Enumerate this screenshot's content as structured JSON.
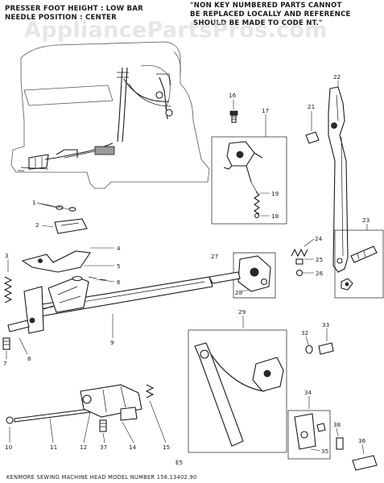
{
  "header": {
    "left_line1": "PRESSER FOOT HEIGHT : LOW BAR",
    "left_line2": "NEEDLE POSITION : CENTER",
    "right_line1": "\"NON KEY NUMBERED PARTS CANNOT",
    "right_line2": "BE REPLACED LOCALLY AND REFERENCE",
    "right_line3": "SHOULD BE MADE TO CODE NT.\""
  },
  "watermark": "AppliancePartsPros.com",
  "callouts": [
    "1",
    "2",
    "3",
    "4",
    "5",
    "6",
    "7",
    "8",
    "9",
    "10",
    "11",
    "12",
    "14",
    "15",
    "16",
    "17",
    "18",
    "19",
    "21",
    "22",
    "23",
    "24",
    "25",
    "26",
    "27",
    "28",
    "29",
    "32",
    "33",
    "34",
    "35",
    "36",
    "37",
    "38"
  ],
  "page_code": "E5",
  "footer": "KENMORE SEWING MACHINE HEAD  MODEL NUMBER 158.13402.90"
}
